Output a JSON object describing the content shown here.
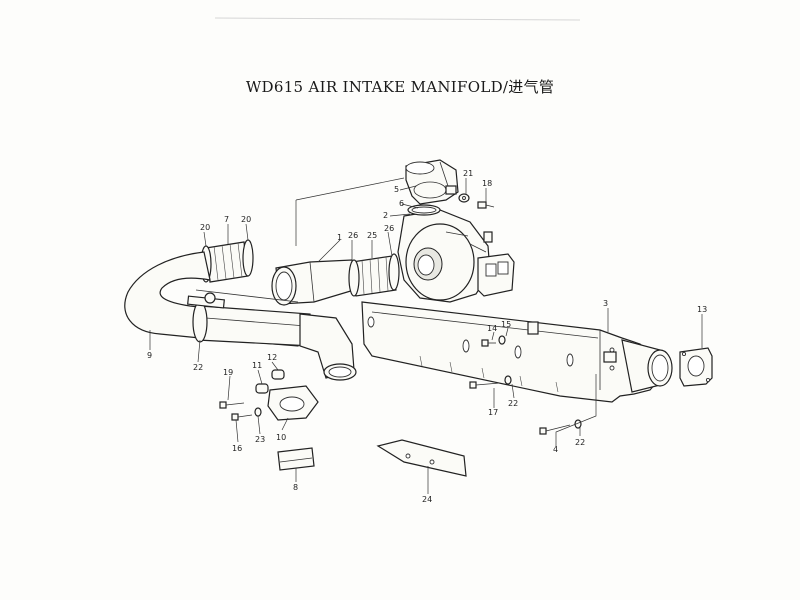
{
  "title": "WD615 AIR INTAKE MANIFOLD/进气管",
  "watermark": "",
  "callouts": [
    {
      "id": "c1",
      "text": "1"
    },
    {
      "id": "c2",
      "text": "2"
    },
    {
      "id": "c3",
      "text": "3"
    },
    {
      "id": "c4",
      "text": "4"
    },
    {
      "id": "c5",
      "text": "5"
    },
    {
      "id": "c6",
      "text": "6"
    },
    {
      "id": "c7",
      "text": "7"
    },
    {
      "id": "c8",
      "text": "8"
    },
    {
      "id": "c9",
      "text": "9"
    },
    {
      "id": "c10",
      "text": "10"
    },
    {
      "id": "c11",
      "text": "11"
    },
    {
      "id": "c12",
      "text": "12"
    },
    {
      "id": "c13",
      "text": "13"
    },
    {
      "id": "c14",
      "text": "14"
    },
    {
      "id": "c15",
      "text": "15"
    },
    {
      "id": "c16",
      "text": "16"
    },
    {
      "id": "c17",
      "text": "17"
    },
    {
      "id": "c18",
      "text": "18"
    },
    {
      "id": "c19",
      "text": "19"
    },
    {
      "id": "c20a",
      "text": "20"
    },
    {
      "id": "c20b",
      "text": "20"
    },
    {
      "id": "c21",
      "text": "21"
    },
    {
      "id": "c22a",
      "text": "22"
    },
    {
      "id": "c22b",
      "text": "22"
    },
    {
      "id": "c22c",
      "text": "22"
    },
    {
      "id": "c23",
      "text": "23"
    },
    {
      "id": "c24",
      "text": "24"
    },
    {
      "id": "c25",
      "text": "25"
    },
    {
      "id": "c26a",
      "text": "26"
    },
    {
      "id": "c26b",
      "text": "26"
    }
  ]
}
